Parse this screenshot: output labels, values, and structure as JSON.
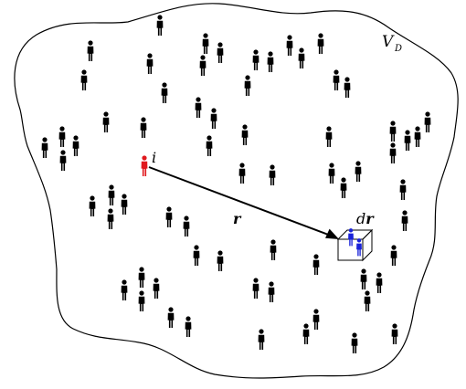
{
  "diagram": {
    "region_label": "V",
    "region_label_subscript": "D",
    "particle_label": "i",
    "vector_label": "r",
    "element_label_prefix": "d",
    "element_label_bold": "r",
    "colors": {
      "outline": "#000000",
      "people": "#000000",
      "highlight_person": "#e0191e",
      "volume_people": "#1a23d9",
      "arrow": "#000000"
    }
  }
}
